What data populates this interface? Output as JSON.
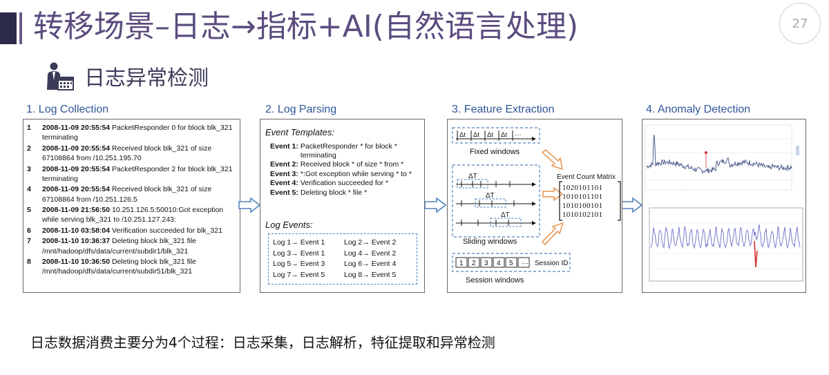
{
  "header": {
    "title": "转移场景–日志→指标+AI(自然语言处理)",
    "page_number": "27",
    "subtitle": "日志异常检测"
  },
  "stages": [
    {
      "heading": "1. Log Collection"
    },
    {
      "heading": "2. Log Parsing"
    },
    {
      "heading": "3. Feature Extraction"
    },
    {
      "heading": "4. Anomaly Detection"
    }
  ],
  "log_collection": {
    "entries": [
      {
        "num": "1",
        "timestamp": "2008-11-09 20:55:54",
        "message": "PacketResponder 0 for block blk_321 terminating"
      },
      {
        "num": "2",
        "timestamp": "2008-11-09 20:55:54",
        "message": "Received block blk_321 of size 67108864 from /10.251.195.70"
      },
      {
        "num": "3",
        "timestamp": "2008-11-09 20:55:54",
        "message": "PacketResponder 2 for block blk_321 terminating"
      },
      {
        "num": "4",
        "timestamp": "2008-11-09 20:55:54",
        "message": "Received block blk_321 of size 67108864 from /10.251.126.5"
      },
      {
        "num": "5",
        "timestamp": "2008-11-09 21:56:50",
        "message": "10.251.126.5:50010:Got exception while serving  blk_321 to /10.251.127.243:"
      },
      {
        "num": "6",
        "timestamp": "2008-11-10 03:58:04",
        "message": "Verification succeeded for blk_321"
      },
      {
        "num": "7",
        "timestamp": "2008-11-10 10:36:37",
        "message": "Deleting block blk_321 file /mnt/hadoop/dfs/data/current/subdir1/blk_321"
      },
      {
        "num": "8",
        "timestamp": "2008-11-10 10:36:50",
        "message": "Deleting block blk_321 file /mnt/hadoop/dfs/data/current/subdir51/blk_321"
      }
    ]
  },
  "log_parsing": {
    "templates_heading": "Event Templates:",
    "templates": [
      {
        "label": "Event 1:",
        "text": "PacketResponder * for block * terminating"
      },
      {
        "label": "Event 2:",
        "text": "Received block * of size * from *"
      },
      {
        "label": "Event 3:",
        "text": "*:Got exception while serving * to *"
      },
      {
        "label": "Event 4:",
        "text": "Verification succeeded for *"
      },
      {
        "label": "Event 5:",
        "text": "Deleting block * file *"
      }
    ],
    "events_heading": "Log Events:",
    "events": [
      "Log 1→ Event 1",
      "Log 2→ Event 2",
      "Log 3→ Event 1",
      "Log 4→ Event 2",
      "Log 5→ Event 3",
      "Log 6→ Event 4",
      "Log 7→ Event 5",
      "Log 8→ Event 5"
    ]
  },
  "feature_extraction": {
    "fixed_windows_label": "Fixed windows",
    "fixed_windows_deltas": [
      "Δt",
      "Δt",
      "Δt",
      "Δt",
      "···"
    ],
    "delta_label": "ΔT",
    "sliding_windows_label": "Sliding windows",
    "session_windows_label": "Session windows",
    "session_ids": [
      "1",
      "2",
      "3",
      "4",
      "5",
      "···"
    ],
    "session_id_label": "Session ID",
    "matrix_title": "Event Count Matrix",
    "matrix_rows": [
      "1 0 2 0 1 0 1 1 0 1",
      "1 0 1 0 1 0 1 1 0 1",
      "1 0 1 0 1 0 0 1 0 1",
      "1 0 1 0 1 0 2 1 0 1"
    ]
  },
  "caption": "日志数据消费主要分为4个过程：日志采集，日志解析，特征提取和异常检测",
  "colors": {
    "title": "#5b4c7e",
    "heading_blue": "#2f5597",
    "dashed_blue": "#4f81bd",
    "arrow_orange": "#e8a165",
    "series_top": "#4a5b8c",
    "series_bottom": "#6b6fc8",
    "anomaly_red": "#d03030"
  }
}
